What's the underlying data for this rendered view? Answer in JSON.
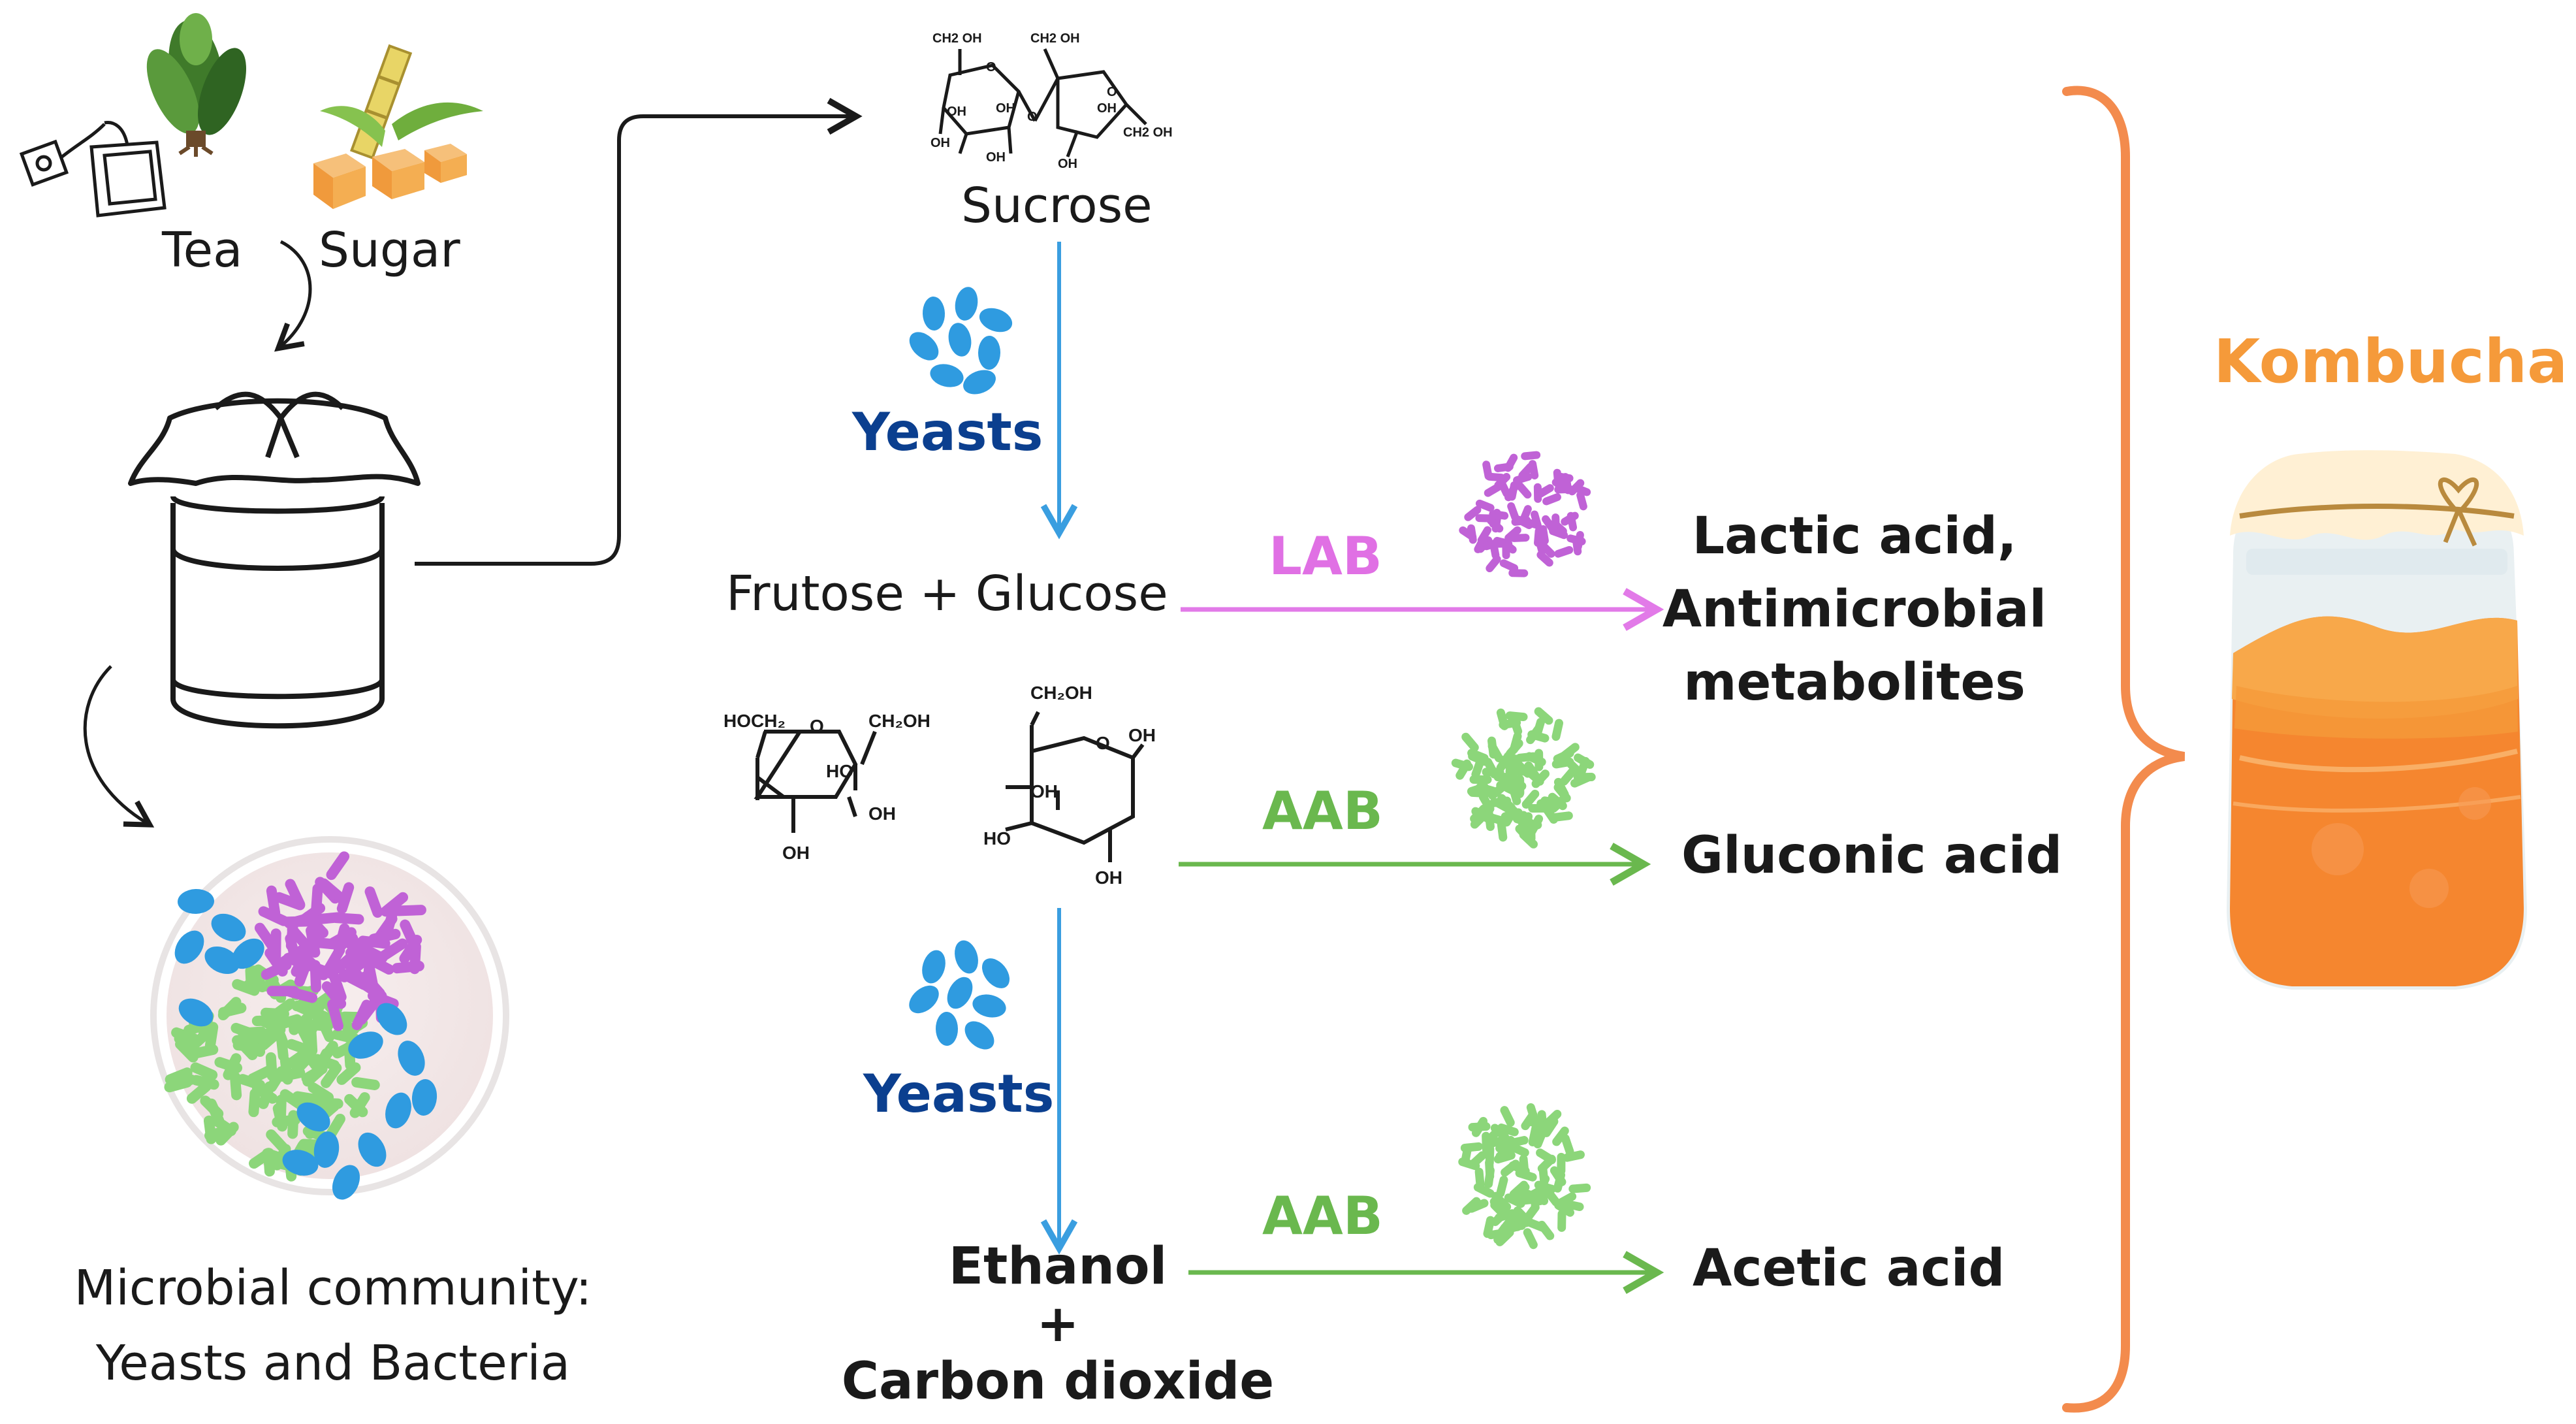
{
  "ingredients": {
    "tea": "Tea",
    "sugar": "Sugar"
  },
  "sucrose": {
    "label": "Sucrose",
    "chem": {
      "ch2oh_a": "CH2 OH",
      "ch2oh_b": "CH2 OH",
      "ch2oh_c": "CH2 OH",
      "oh_1": "OH",
      "oh_2": "OH",
      "oh_3": "OH",
      "oh_4": "OH",
      "oh_5": "OH",
      "oh_6": "OH",
      "o_1": "O",
      "o_2": "O",
      "o_3": "O"
    }
  },
  "yeasts_top": "Yeasts",
  "yeasts_bottom": "Yeasts",
  "frutose_glucose": "Frutose + Glucose",
  "lab_label": "LAB",
  "aab_label_1": "AAB",
  "aab_label_2": "AAB",
  "products": {
    "lactic_1": "Lactic acid,",
    "lactic_2": "Antimicrobial",
    "lactic_3": "metabolites",
    "gluconic": "Gluconic acid",
    "acetic": "Acetic acid"
  },
  "ethanol": {
    "line1": "Ethanol",
    "line2": "+",
    "line3": "Carbon dioxide"
  },
  "fructose_chem": {
    "hoch2": "HOCH₂",
    "ch2oh": "CH₂OH",
    "o": "O",
    "ho": "HO",
    "oh_r": "OH",
    "oh_b": "OH"
  },
  "glucose_chem": {
    "ch2oh": "CH₂OH",
    "o": "O",
    "oh_r": "OH",
    "oh_c": "OH",
    "ho": "HO",
    "oh_b": "OH"
  },
  "community": {
    "line1": "Microbial community:",
    "line2": "Yeasts and Bacteria"
  },
  "kombucha": "Kombucha",
  "colors": {
    "yeast": "#2f9be0",
    "lab": "#c062d6",
    "aab": "#8cd67a",
    "arrow_blue": "#3a9ee0",
    "arrow_pink": "#e27ae8",
    "arrow_green": "#6ab84e",
    "yeast_text": "#0b3f8f",
    "lab_text": "#e070e4",
    "aab_text": "#6ab84e",
    "kombucha_text": "#f59a3a",
    "brace": "#f38b4d"
  }
}
